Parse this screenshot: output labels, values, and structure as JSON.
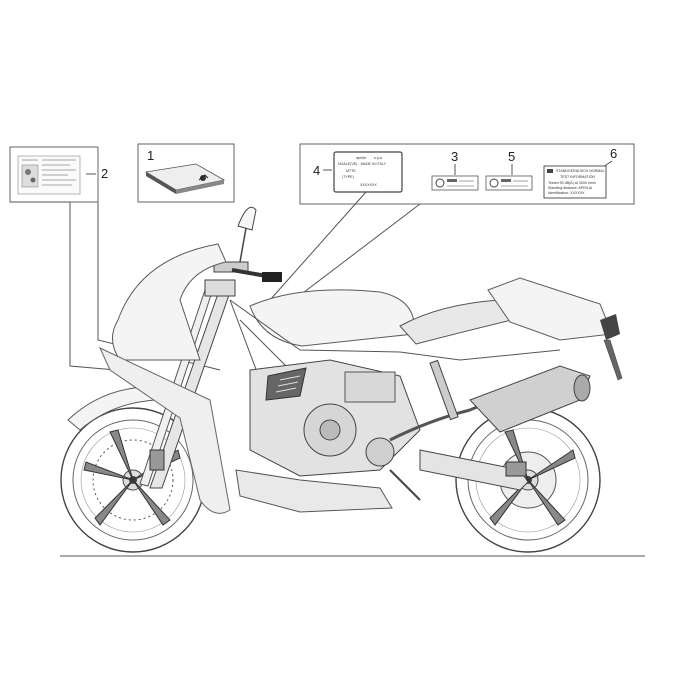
{
  "callouts": {
    "c1": "1",
    "c2": "2",
    "c3": "3",
    "c4": "4",
    "c5": "5",
    "c6": "6"
  },
  "labels": {
    "brand": "aprilia",
    "company": "s.p.a.",
    "made_in": "NOALE(VE) - MADE IN ITALY",
    "model": "MTTE",
    "type": "(TYPE)",
    "serial": "XXXXXXX",
    "warn_title": "STANDGERÄUSCH NORMAL",
    "warn_line1": "TEST INFORMATION",
    "warn_line2": "Tested 90 dB(A) at 3000 r/min",
    "warn_line3": "Standing distance: APRILIA",
    "warn_line4": "Identification: XXXXXX"
  },
  "colors": {
    "line": "#555555",
    "fill_light": "#f4f4f4",
    "fill_dark": "#3a3a3a"
  }
}
